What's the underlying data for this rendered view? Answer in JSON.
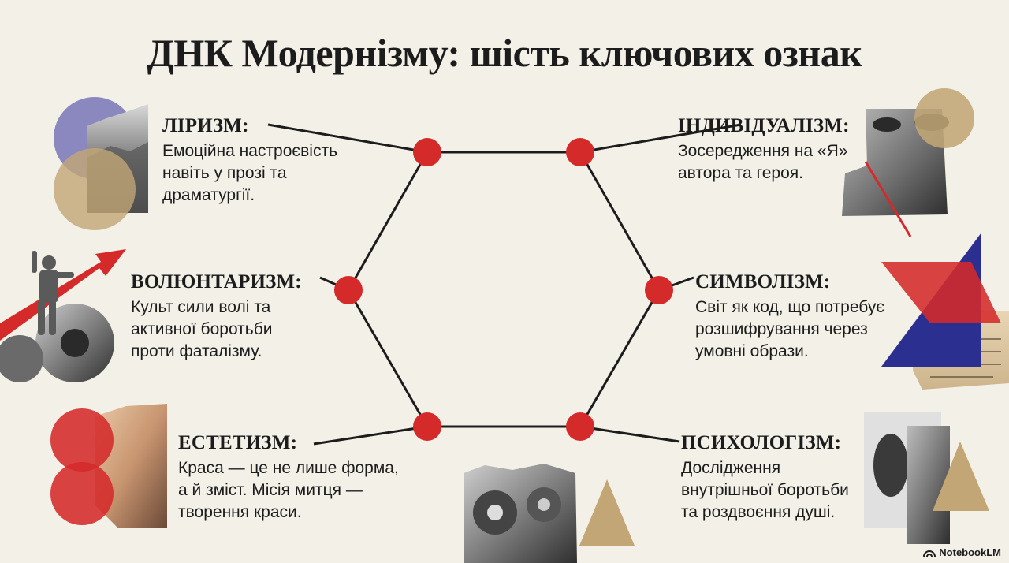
{
  "title": "ДНК Модернізму: шість ключових ознак",
  "colors": {
    "red": "#d42a2a",
    "gold": "#c2a676",
    "blue": "#2b2f8f",
    "lilac": "#8b87bf",
    "line": "#1c1c1c"
  },
  "features": [
    {
      "heading": "ЛІРИЗМ:",
      "lines": [
        "Емоційна настроєвість",
        "навіть у прозі та",
        "драматургії."
      ]
    },
    {
      "heading": "ІНДИВІДУАЛІЗМ:",
      "lines": [
        "Зосередження на «Я»",
        "автора та героя."
      ]
    },
    {
      "heading": "ВОЛЮНТАРИЗМ:",
      "lines": [
        "Культ сили волі та",
        "активної боротьби",
        "проти фаталізму."
      ]
    },
    {
      "heading": "СИМВОЛІЗМ:",
      "lines": [
        "Світ як код, що потребує",
        "розшифрування через",
        "умовні образи."
      ]
    },
    {
      "heading": "ЕСТЕТИЗМ:",
      "lines": [
        "Краса — це не лише форма,",
        "а й зміст. Місія митця —",
        "творення краси."
      ]
    },
    {
      "heading": "ПСИХОЛОГІЗМ:",
      "lines": [
        "Дослідження",
        "внутрішньої боротьби",
        "та роздвоєння душі."
      ]
    }
  ],
  "brand": "NotebookLM",
  "icons": [
    "notebooklm-logo-icon"
  ]
}
